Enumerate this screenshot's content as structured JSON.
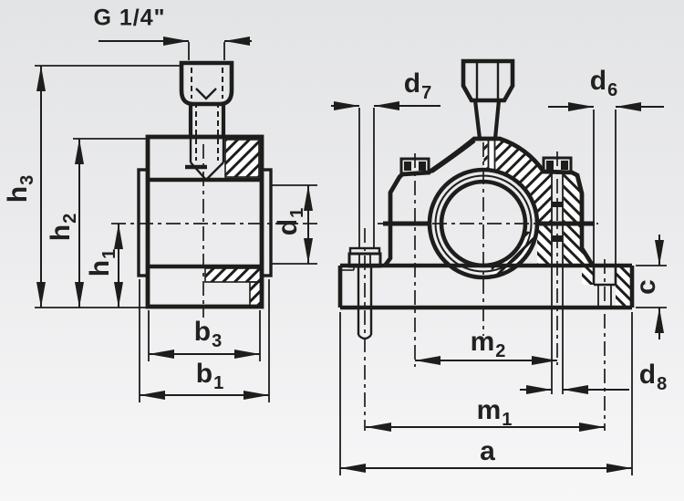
{
  "figure": {
    "kind": "technical-drawing",
    "subject": "bearing-housing-two-view-section"
  },
  "colors": {
    "ink": "#1d1d1b",
    "background_top": "#e3e4e6",
    "background_bottom": "#f7f7f8",
    "section_fill": "#ffffff"
  },
  "dimensions": {
    "thread": {
      "label": "G 1/4\""
    },
    "h3": {
      "base": "h",
      "sub": "3"
    },
    "h2": {
      "base": "h",
      "sub": "2"
    },
    "h1": {
      "base": "h",
      "sub": "1"
    },
    "d1": {
      "base": "d",
      "sub": "1"
    },
    "b3": {
      "base": "b",
      "sub": "3"
    },
    "b1": {
      "base": "b",
      "sub": "1"
    },
    "d7": {
      "base": "d",
      "sub": "7"
    },
    "d6": {
      "base": "d",
      "sub": "6"
    },
    "c": {
      "base": "c",
      "sub": ""
    },
    "m2": {
      "base": "m",
      "sub": "2"
    },
    "d8": {
      "base": "d",
      "sub": "8"
    },
    "m1": {
      "base": "m",
      "sub": "1"
    },
    "a": {
      "base": "a",
      "sub": ""
    }
  }
}
